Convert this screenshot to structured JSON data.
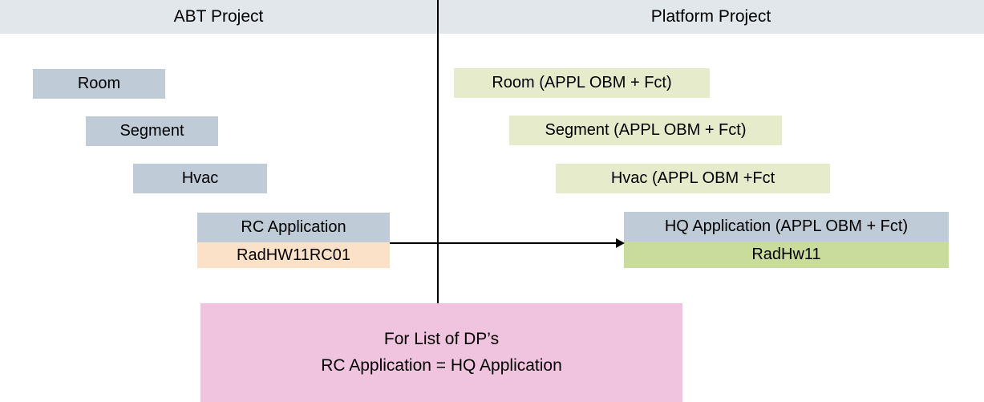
{
  "header": {
    "left_title": "ABT Project",
    "right_title": "Platform Project",
    "band_color": "#e2e7ec"
  },
  "colors": {
    "blue_grey": "#bfcbd6",
    "light_green": "#e5ebcb",
    "olive_green": "#c9dc9c",
    "peach": "#fae1c8",
    "pink": "#f0c3df",
    "line": "#000000"
  },
  "left_column": {
    "nodes": [
      {
        "label": "Room",
        "fill": "blue-grey"
      },
      {
        "label": "Segment",
        "fill": "blue-grey"
      },
      {
        "label": "Hvac",
        "fill": "blue-grey"
      },
      {
        "label": "RC Application",
        "fill": "blue-grey"
      },
      {
        "label": "RadHW11RC01",
        "fill": "peach"
      }
    ]
  },
  "right_column": {
    "nodes": [
      {
        "label": "Room (APPL OBM + Fct)",
        "fill": "light-green"
      },
      {
        "label": "Segment (APPL OBM + Fct)",
        "fill": "light-green"
      },
      {
        "label": "Hvac (APPL OBM +Fct",
        "fill": "light-green"
      },
      {
        "label": "HQ Application  (APPL OBM + Fct)",
        "fill": "blue-grey"
      },
      {
        "label": "RadHw11",
        "fill": "olive-green"
      }
    ]
  },
  "note": {
    "line1": "For List of DP’s",
    "line2": "RC Application = HQ Application"
  },
  "connector": {
    "from": "RC Application",
    "to": "HQ Application  (APPL OBM + Fct)",
    "style": "solid-arrow-right"
  }
}
